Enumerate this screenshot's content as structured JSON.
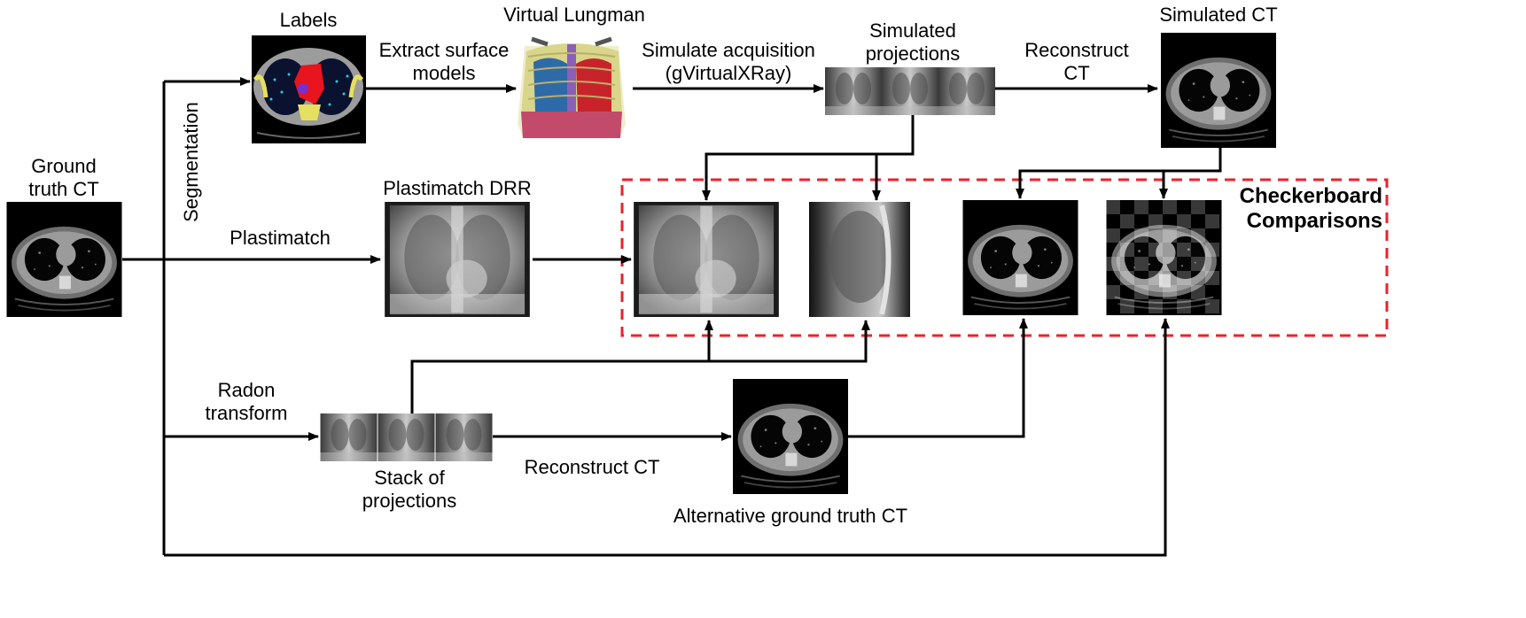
{
  "labels": {
    "labels_title": "Labels",
    "virtual_lungman": "Virtual Lungman",
    "simulated_projections": [
      "Simulated",
      "projections"
    ],
    "simulated_ct": "Simulated CT",
    "ground_truth_ct": [
      "Ground",
      "truth CT"
    ],
    "plastimatch_drr": "Plastimatch DRR",
    "alternative_ground_truth": "Alternative ground truth CT",
    "stack_of_projections": [
      "Stack of",
      "projections"
    ],
    "checkerboard": [
      "Checkerboard",
      "Comparisons"
    ]
  },
  "edges": {
    "extract_surface": [
      "Extract surface",
      "models"
    ],
    "simulate_acquisition": [
      "Simulate acquisition",
      "(gVirtualXRay)"
    ],
    "reconstruct_ct_top": [
      "Reconstruct",
      "CT"
    ],
    "segmentation": "Segmentation",
    "plastimatch": "Plastimatch",
    "radon_transform": [
      "Radon",
      "transform"
    ],
    "reconstruct_ct_bottom": "Reconstruct CT"
  },
  "colors": {
    "arrow": "#000000",
    "dashed_box": "#e8232a",
    "lung_red": "#e8141e",
    "bone_yellow": "#e6e060",
    "vessel_cyan": "#30c8e0"
  }
}
